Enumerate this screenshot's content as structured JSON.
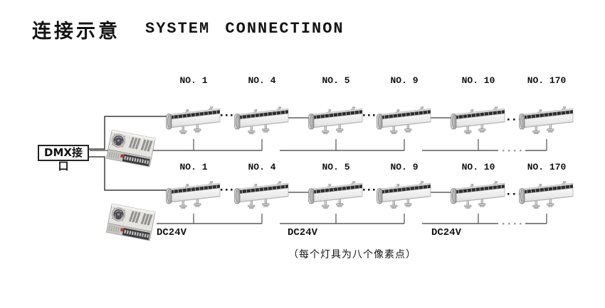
{
  "title": {
    "zh": "连接示意",
    "en": "SYSTEM CONNECTINON"
  },
  "dmx_interface": {
    "label": "DMX接口"
  },
  "rows": [
    {
      "id": "dmx-line-1",
      "fixture_labels": [
        "NO. 1",
        "NO. 4",
        "NO. 5",
        "NO. 9",
        "NO. 10",
        "NO. 170"
      ]
    },
    {
      "id": "dmx-line-2",
      "fixture_labels": [
        "NO. 1",
        "NO. 4",
        "NO. 5",
        "NO. 9",
        "NO. 10",
        "NO. 170"
      ],
      "power_labels": [
        "DC24V",
        "DC24V",
        "DC24V"
      ]
    }
  ],
  "caption": "（每个灯具为八个像素点）",
  "icons": {
    "fixture": "led-wall-washer-icon",
    "power_supply": "power-supply-icon"
  },
  "colors": {
    "signal_wire": "#3d3d3d",
    "power_bus": "#848484",
    "text": "#141414",
    "background": "#ffffff"
  }
}
